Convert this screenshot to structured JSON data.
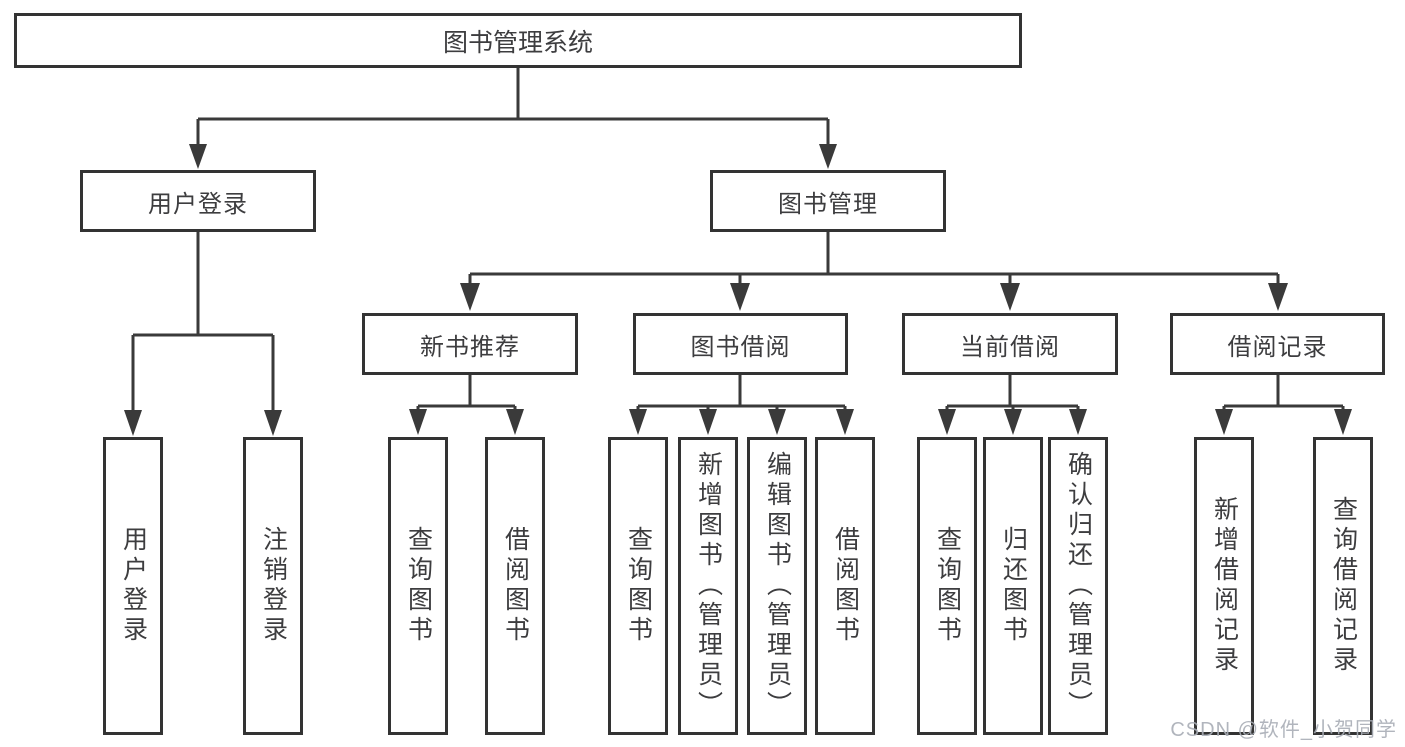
{
  "diagram": {
    "root": {
      "label": "图书管理系统"
    },
    "login": {
      "label": "用户登录",
      "children": [
        {
          "label": "用户登录"
        },
        {
          "label": "注销登录"
        }
      ]
    },
    "management": {
      "label": "图书管理",
      "groups": [
        {
          "label": "新书推荐",
          "children": [
            {
              "label": "查询图书"
            },
            {
              "label": "借阅图书"
            }
          ]
        },
        {
          "label": "图书借阅",
          "children": [
            {
              "label": "查询图书"
            },
            {
              "label": "新增图书（管理员）"
            },
            {
              "label": "编辑图书（管理员）"
            },
            {
              "label": "借阅图书"
            }
          ]
        },
        {
          "label": "当前借阅",
          "children": [
            {
              "label": "查询图书"
            },
            {
              "label": "归还图书"
            },
            {
              "label": "确认归还（管理员）"
            }
          ]
        },
        {
          "label": "借阅记录",
          "children": [
            {
              "label": "新增借阅记录"
            },
            {
              "label": "查询借阅记录"
            }
          ]
        }
      ]
    }
  },
  "watermark": {
    "text": "CSDN @软件_小贺同学"
  },
  "colors": {
    "line": "#3a3a3a",
    "box_border": "#333333",
    "text": "#3d3d3f",
    "watermark": "#a9aeb6",
    "background": "#ffffff"
  }
}
